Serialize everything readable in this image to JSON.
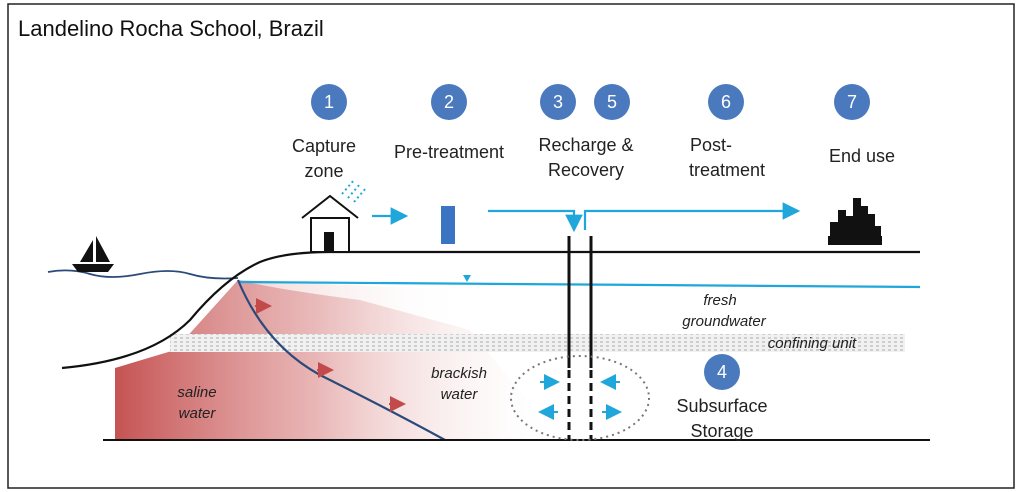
{
  "title": "Landelino Rocha School, Brazil",
  "colors": {
    "step_circle": "#4a79be",
    "flow_arrow": "#1fa7dc",
    "saline_red": "#c24a4a",
    "water_table": "#1fa7dc",
    "line": "#111111"
  },
  "steps": [
    {
      "num": "1",
      "label": [
        "Capture",
        "zone"
      ]
    },
    {
      "num": "2",
      "label": [
        "Pre-treatment"
      ]
    },
    {
      "num": "3",
      "label": [
        "Recharge &",
        "Recovery"
      ]
    },
    {
      "num": "5",
      "label": []
    },
    {
      "num": "6",
      "label": [
        "Post-",
        "treatment"
      ]
    },
    {
      "num": "7",
      "label": [
        "End use"
      ]
    },
    {
      "num": "4",
      "label": [
        "Subsurface",
        "Storage"
      ]
    }
  ],
  "zones": {
    "fresh": [
      "fresh",
      "groundwater"
    ],
    "confining": "confining unit",
    "brackish": [
      "brackish",
      "water"
    ],
    "saline": [
      "saline",
      "water"
    ]
  },
  "icons": [
    "sailboat-icon",
    "house-icon",
    "rain-icon",
    "pretreatment-tank-icon",
    "city-skyline-icon",
    "well-icon"
  ]
}
